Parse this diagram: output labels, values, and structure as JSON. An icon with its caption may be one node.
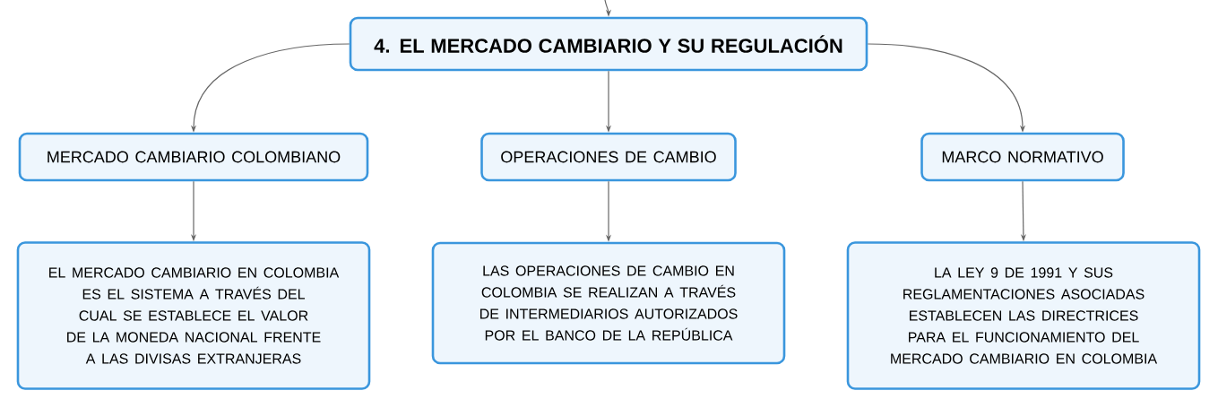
{
  "diagram": {
    "nodes": [
      {
        "text": [
          "4. EL MERCADO CAMBIARIO Y SU REGULACIÓN"
        ]
      },
      {
        "text": [
          "MERCADO CAMBIARIO COLOMBIANO"
        ]
      },
      {
        "text": [
          "OPERACIONES DE CAMBIO"
        ]
      },
      {
        "text": [
          "MARCO NORMATIVO"
        ]
      },
      {
        "text": [
          "EL MERCADO CAMBIARIO EN COLOMBIA ES EL SISTEMA A TRAVÉS DEL CUAL SE ESTABLECE EL VALOR DE LA MONEDA NACIONAL FRENTE A LAS DIVISAS EXTRANJERAS"
        ]
      },
      {
        "text": [
          "LAS OPERACIONES DE CAMBIO EN COLOMBIA SE REALIZAN A TRAVÉS DE INTERMEDIARIOS AUTORIZADOS POR EL BANCO DE LA REPÚBLICA"
        ]
      },
      {
        "text": [
          "LA LEY 9 DE 1991 Y SUS REGLAMENTACIONES ASOCIADAS ESTABLECEN LAS DIRECTRICES PARA EL FUNCIONAMIENTO DEL MERCADO CAMBIARIO EN COLOMBIA"
        ]
      }
    ],
    "edges": [
      {
        "from": null,
        "to": 0,
        "arrow": "to"
      },
      {
        "from": 0,
        "to": 1,
        "arrow": "to"
      },
      {
        "from": 0,
        "to": 2,
        "arrow": "to"
      },
      {
        "from": 0,
        "to": 3,
        "arrow": "to"
      },
      {
        "from": 1,
        "to": 4,
        "arrow": "to"
      },
      {
        "from": 2,
        "to": 5,
        "arrow": "to"
      },
      {
        "from": 3,
        "to": 6,
        "arrow": "to"
      }
    ]
  }
}
